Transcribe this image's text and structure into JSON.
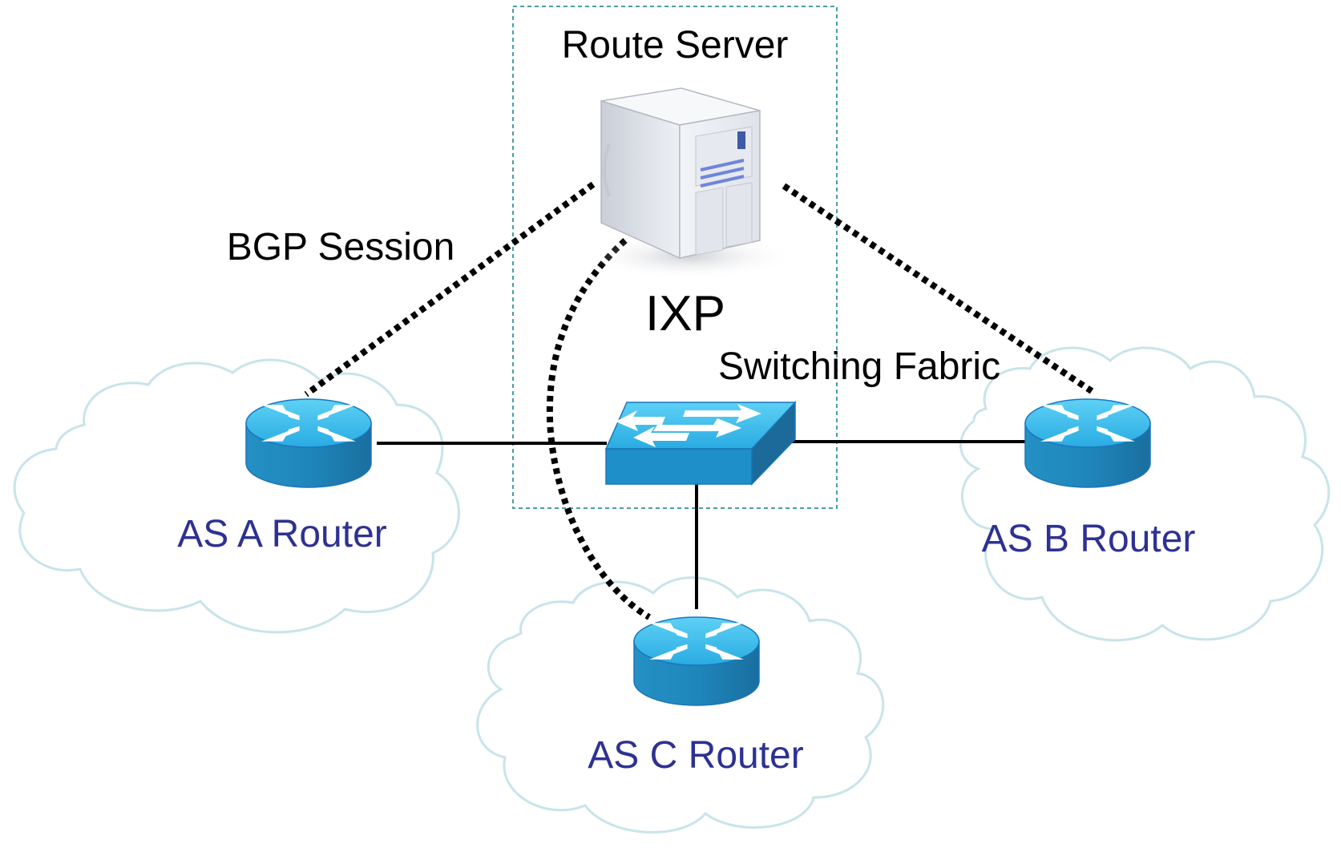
{
  "diagram": {
    "route_server_label": "Route Server",
    "ixp_label": "IXP",
    "switching_fabric_label": "Switching Fabric",
    "bgp_session_label": "BGP Session",
    "routers": [
      {
        "id": "as-a",
        "label": "AS A Router"
      },
      {
        "id": "as-b",
        "label": "AS B Router"
      },
      {
        "id": "as-c",
        "label": "AS C Router"
      }
    ],
    "links": {
      "physical": [
        {
          "from": "as-a",
          "to": "switch"
        },
        {
          "from": "switch",
          "to": "as-b"
        },
        {
          "from": "switch",
          "to": "as-c"
        }
      ],
      "bgp_sessions": [
        {
          "from": "route-server",
          "to": "as-a"
        },
        {
          "from": "route-server",
          "to": "as-b"
        },
        {
          "from": "route-server",
          "to": "as-c"
        }
      ]
    },
    "colors": {
      "device_blue": "#29abe2",
      "device_dark": "#1b75bb",
      "label_blue": "#2e3192",
      "cloud_outline": "#c8e4ea",
      "ixp_border": "#4a9ea6"
    }
  }
}
